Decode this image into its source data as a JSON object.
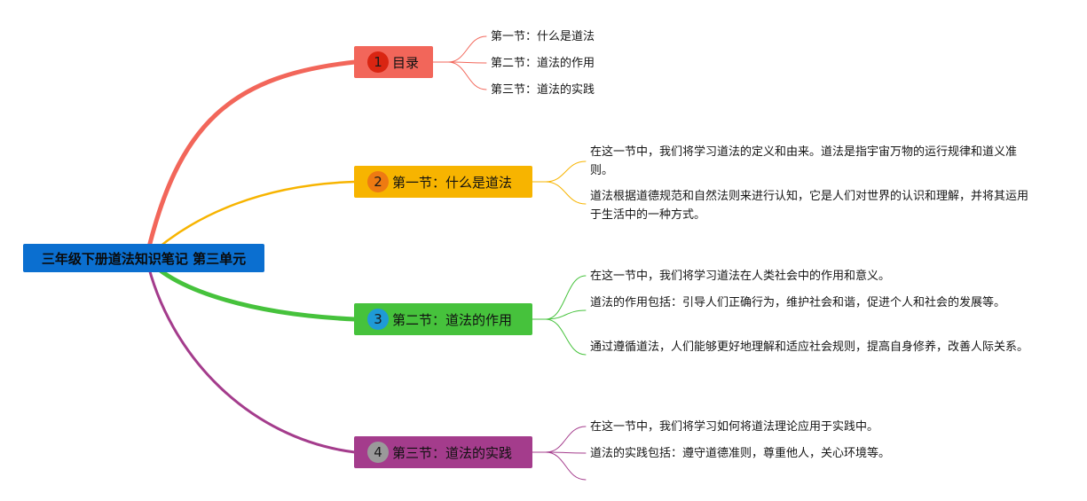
{
  "root": {
    "label": "三年级下册道法知识笔记 第三单元"
  },
  "branches": [
    {
      "number": "1",
      "label": "目录",
      "color": "#f2665a",
      "badge_color": "#d92512",
      "children": [
        "第一节：什么是道法",
        "第二节：道法的作用",
        "第三节：道法的实践"
      ]
    },
    {
      "number": "2",
      "label": "第一节：什么是道法",
      "color": "#f7b400",
      "badge_color": "#ee7a12",
      "children": [
        "在这一节中，我们将学习道法的定义和由来。道法是指宇宙万物的运行规律和道义准则。",
        "道法根据道德规范和自然法则来进行认知，它是人们对世界的认识和理解，并将其运用于生活中的一种方式。"
      ]
    },
    {
      "number": "3",
      "label": "第二节：道法的作用",
      "color": "#46c23c",
      "badge_color": "#1f9ad6",
      "children": [
        "在这一节中，我们将学习道法在人类社会中的作用和意义。",
        "道法的作用包括：引导人们正确行为，维护社会和谐，促进个人和社会的发展等。",
        "通过遵循道法，人们能够更好地理解和适应社会规则，提高自身修养，改善人际关系。"
      ]
    },
    {
      "number": "4",
      "label": "第三节：道法的实践",
      "color": "#a43c8c",
      "badge_color": "#9a9a9a",
      "children": [
        "在这一节中，我们将学习如何将道法理论应用于实践中。",
        "道法的实践包括：遵守道德准则，尊重他人，关心环境等。",
        ""
      ]
    }
  ]
}
